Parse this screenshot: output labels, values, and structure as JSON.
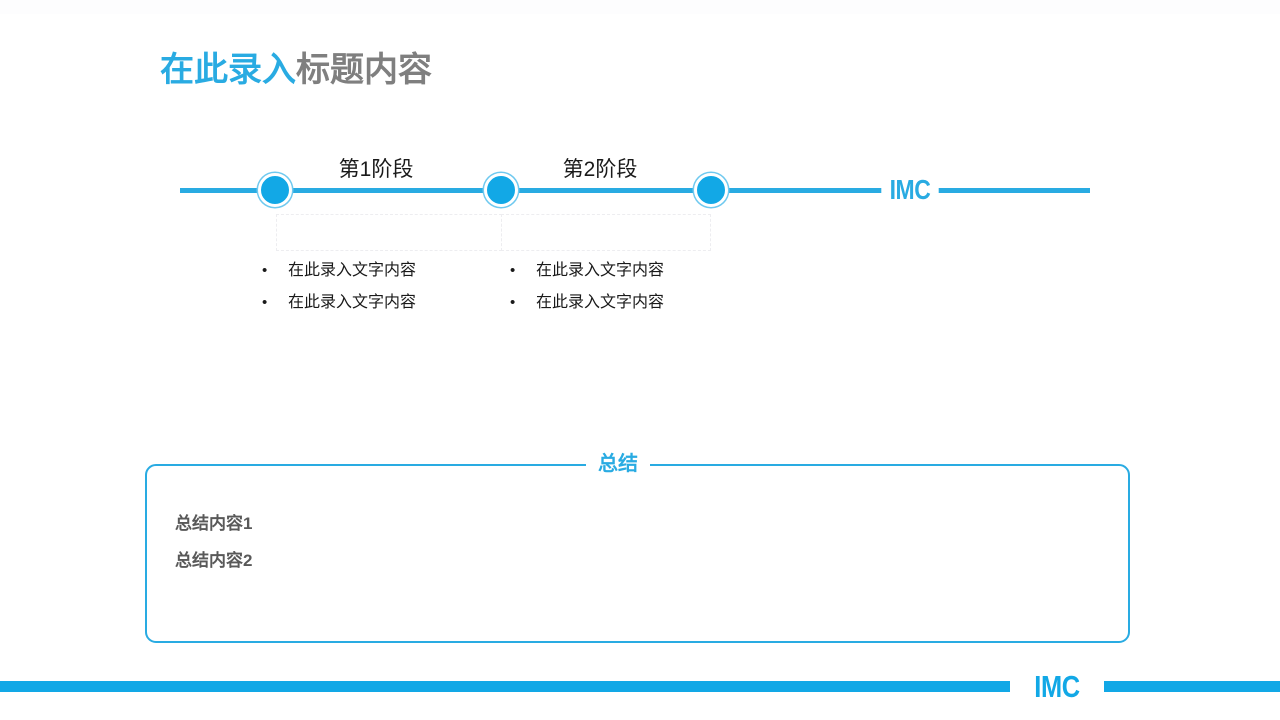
{
  "slide": {
    "background_color": "#ffffff",
    "accent_color": "#29ABE2",
    "accent_color_alt": "#12A8E6",
    "muted_color": "#7f7f7f"
  },
  "title": {
    "accent_text": "在此录入",
    "muted_text": "标题内容"
  },
  "timeline": {
    "nodes": [
      {
        "id": "node-1"
      },
      {
        "id": "node-2"
      },
      {
        "id": "node-3"
      }
    ],
    "stages": [
      {
        "label": "第1阶段"
      },
      {
        "label": "第2阶段"
      }
    ],
    "inline_logo": "IMC"
  },
  "columns": [
    {
      "bullets": [
        {
          "marker": "•",
          "text": "在此录入文字内容"
        },
        {
          "marker": "•",
          "text": "在此录入文字内容"
        }
      ]
    },
    {
      "bullets": [
        {
          "marker": "•",
          "text": "在此录入文字内容"
        },
        {
          "marker": "•",
          "text": "在此录入文字内容"
        }
      ]
    }
  ],
  "summary": {
    "title": "总结",
    "lines": [
      {
        "text": "总结内容1"
      },
      {
        "text": "总结内容2"
      }
    ]
  },
  "footer": {
    "logo": "IMC"
  }
}
